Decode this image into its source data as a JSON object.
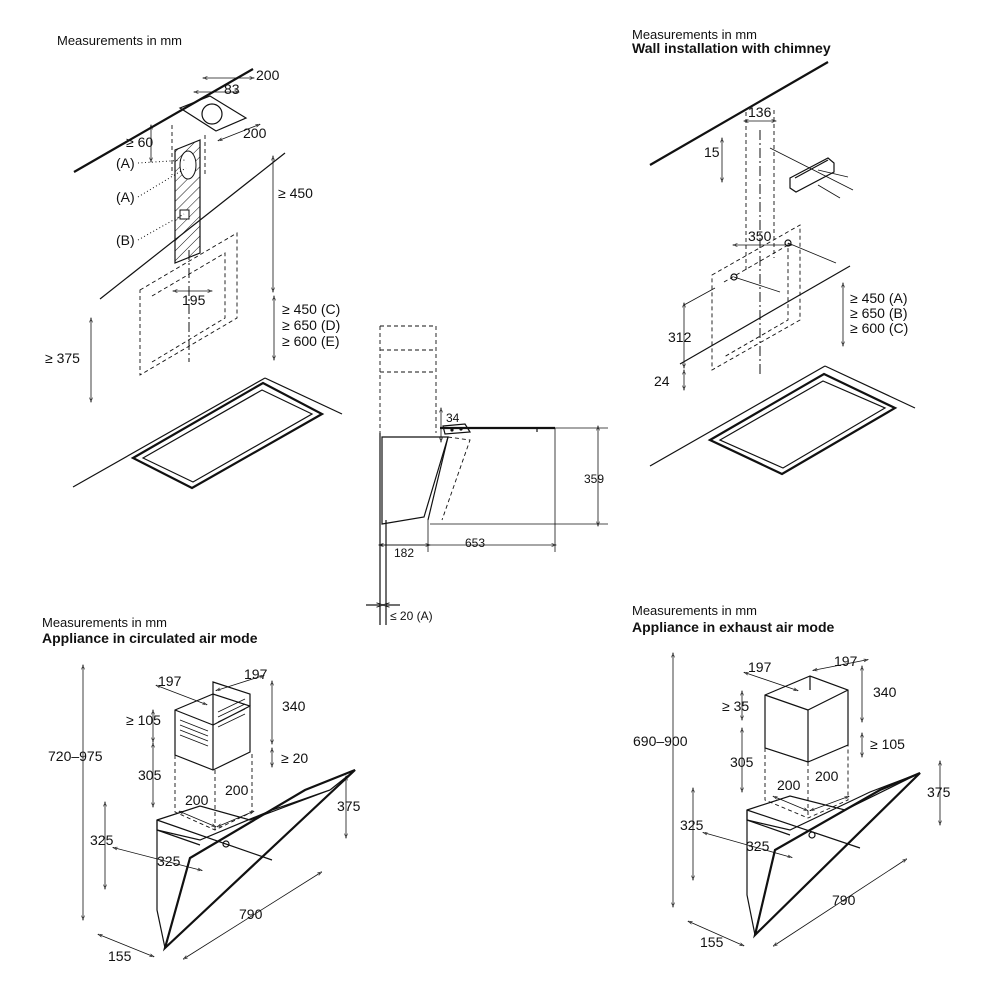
{
  "panel_top_left": {
    "heading": "Measurements in mm",
    "dims": {
      "d200a": "200",
      "d83": "83",
      "d200b": "200",
      "dge60": "≥ 60",
      "dge450": "≥ 450",
      "d195": "195",
      "dge375": "≥ 375"
    },
    "labels": {
      "a1": "(A)",
      "a2": "(A)",
      "b": "(B)"
    },
    "clearances": [
      "≥ 450 (C)",
      "≥ 650 (D)",
      "≥ 600 (E)"
    ]
  },
  "panel_top_right": {
    "heading": "Measurements in mm",
    "subheading": "Wall installation with chimney",
    "dims": {
      "d136": "136",
      "d15": "15",
      "d350": "350",
      "d312": "312",
      "d24": "24"
    },
    "clearances": [
      "≥ 450 (A)",
      "≥ 650 (B)",
      "≥ 600 (C)"
    ]
  },
  "panel_middle": {
    "dims": {
      "d34": "34",
      "d359": "359",
      "d182": "182",
      "d653": "653",
      "dle20": "≤ 20 (A)"
    }
  },
  "panel_bottom_left": {
    "heading": "Measurements in mm",
    "subheading": "Appliance in circulated air mode",
    "dims": {
      "d197a": "197",
      "d197b": "197",
      "dge105": "≥ 105",
      "d340": "340",
      "dge20": "≥ 20",
      "d720": "720–975",
      "d305": "305",
      "d200a": "200",
      "d200b": "200",
      "d375": "375",
      "d325a": "325",
      "d325b": "325",
      "d790": "790",
      "d155": "155"
    }
  },
  "panel_bottom_right": {
    "heading": "Measurements in mm",
    "subheading": "Appliance in exhaust air mode",
    "dims": {
      "d197a": "197",
      "d197b": "197",
      "dge35": "≥ 35",
      "d340": "340",
      "dge105": "≥ 105",
      "d690": "690–900",
      "d305": "305",
      "d200a": "200",
      "d200b": "200",
      "d375": "375",
      "d325a": "325",
      "d325b": "325",
      "d790": "790",
      "d155": "155"
    }
  }
}
